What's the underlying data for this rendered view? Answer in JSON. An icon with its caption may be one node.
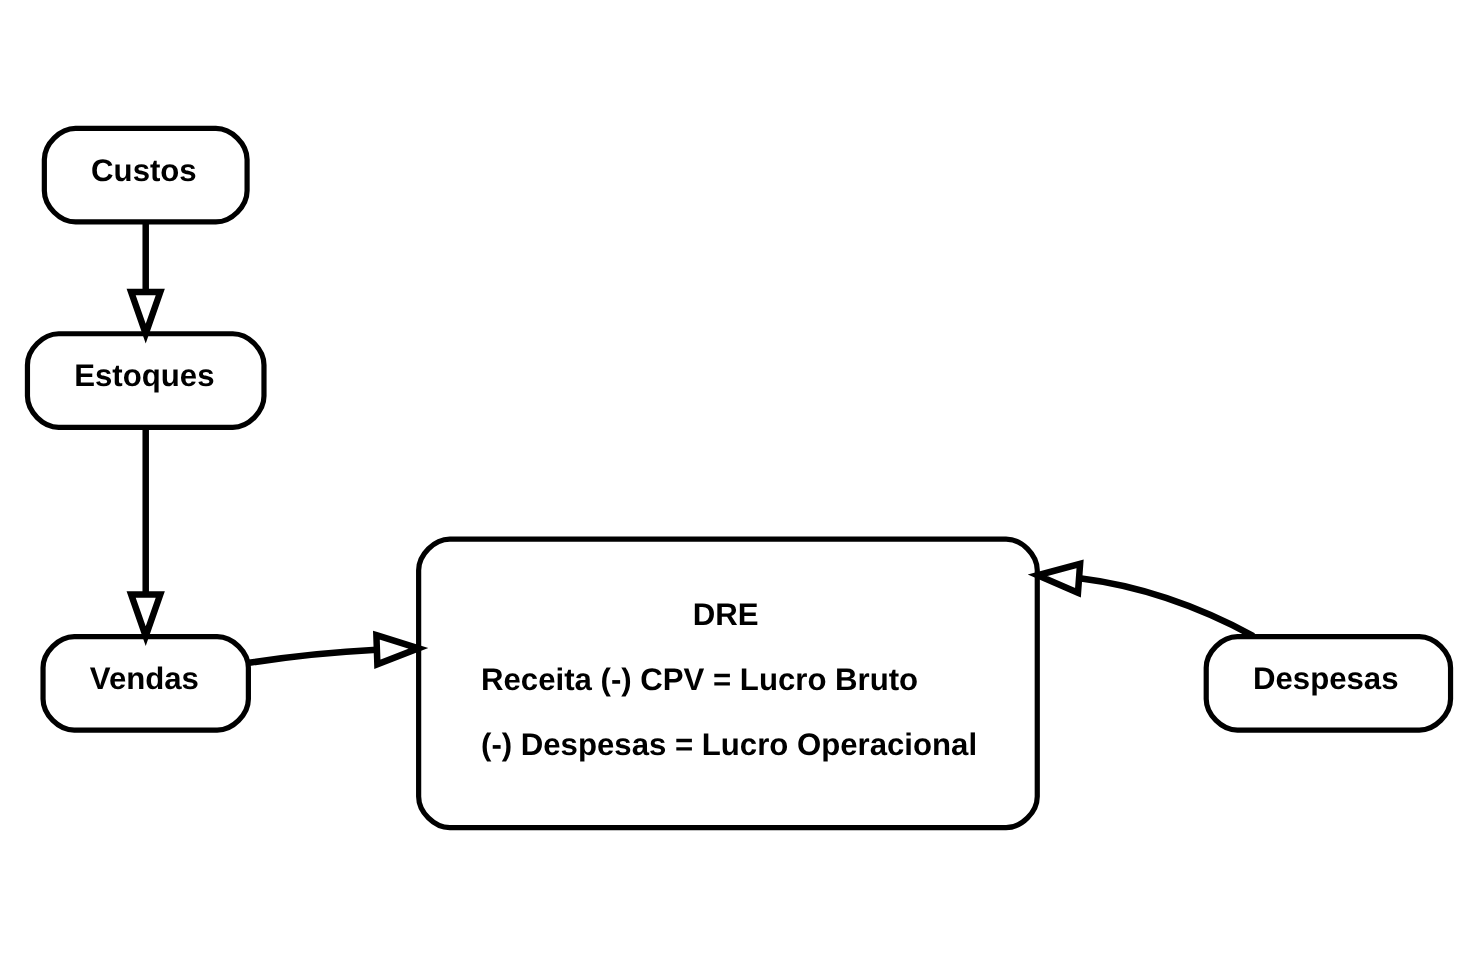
{
  "diagram": {
    "nodes": [
      {
        "text": [
          "Custos"
        ]
      },
      {
        "text": [
          "Estoques"
        ]
      },
      {
        "text": [
          "Vendas"
        ]
      },
      {
        "text": [
          "DRE",
          "Receita (-) CPV = Lucro Bruto",
          "(-) Despesas = Lucro Operacional"
        ]
      },
      {
        "text": [
          "Despesas"
        ]
      }
    ],
    "edges": [
      {
        "from": 0,
        "to": 1,
        "arrow": "to"
      },
      {
        "from": 1,
        "to": 2,
        "arrow": "to"
      },
      {
        "from": 2,
        "to": 3,
        "arrow": "to"
      },
      {
        "from": 4,
        "to": 3,
        "arrow": "to"
      }
    ]
  }
}
